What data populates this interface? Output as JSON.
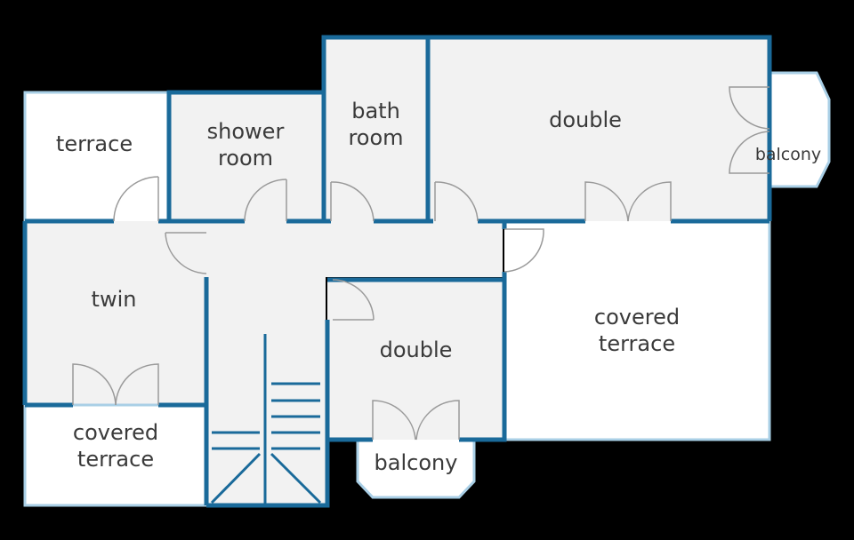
{
  "rooms": {
    "terrace": "terrace",
    "shower_room": [
      "shower",
      "room"
    ],
    "bath_room": [
      "bath",
      "room"
    ],
    "double_top": "double",
    "balcony_right": "balcony",
    "twin": "twin",
    "covered_terrace_left": [
      "covered",
      "terrace"
    ],
    "double_bottom": "double",
    "balcony_bottom": "balcony",
    "covered_terrace_right": [
      "covered",
      "terrace"
    ]
  },
  "colors": {
    "wall": "#1a6a9a",
    "wall_light": "#a9cfe6",
    "room_fill": "#f2f2f2",
    "background": "#000000"
  }
}
